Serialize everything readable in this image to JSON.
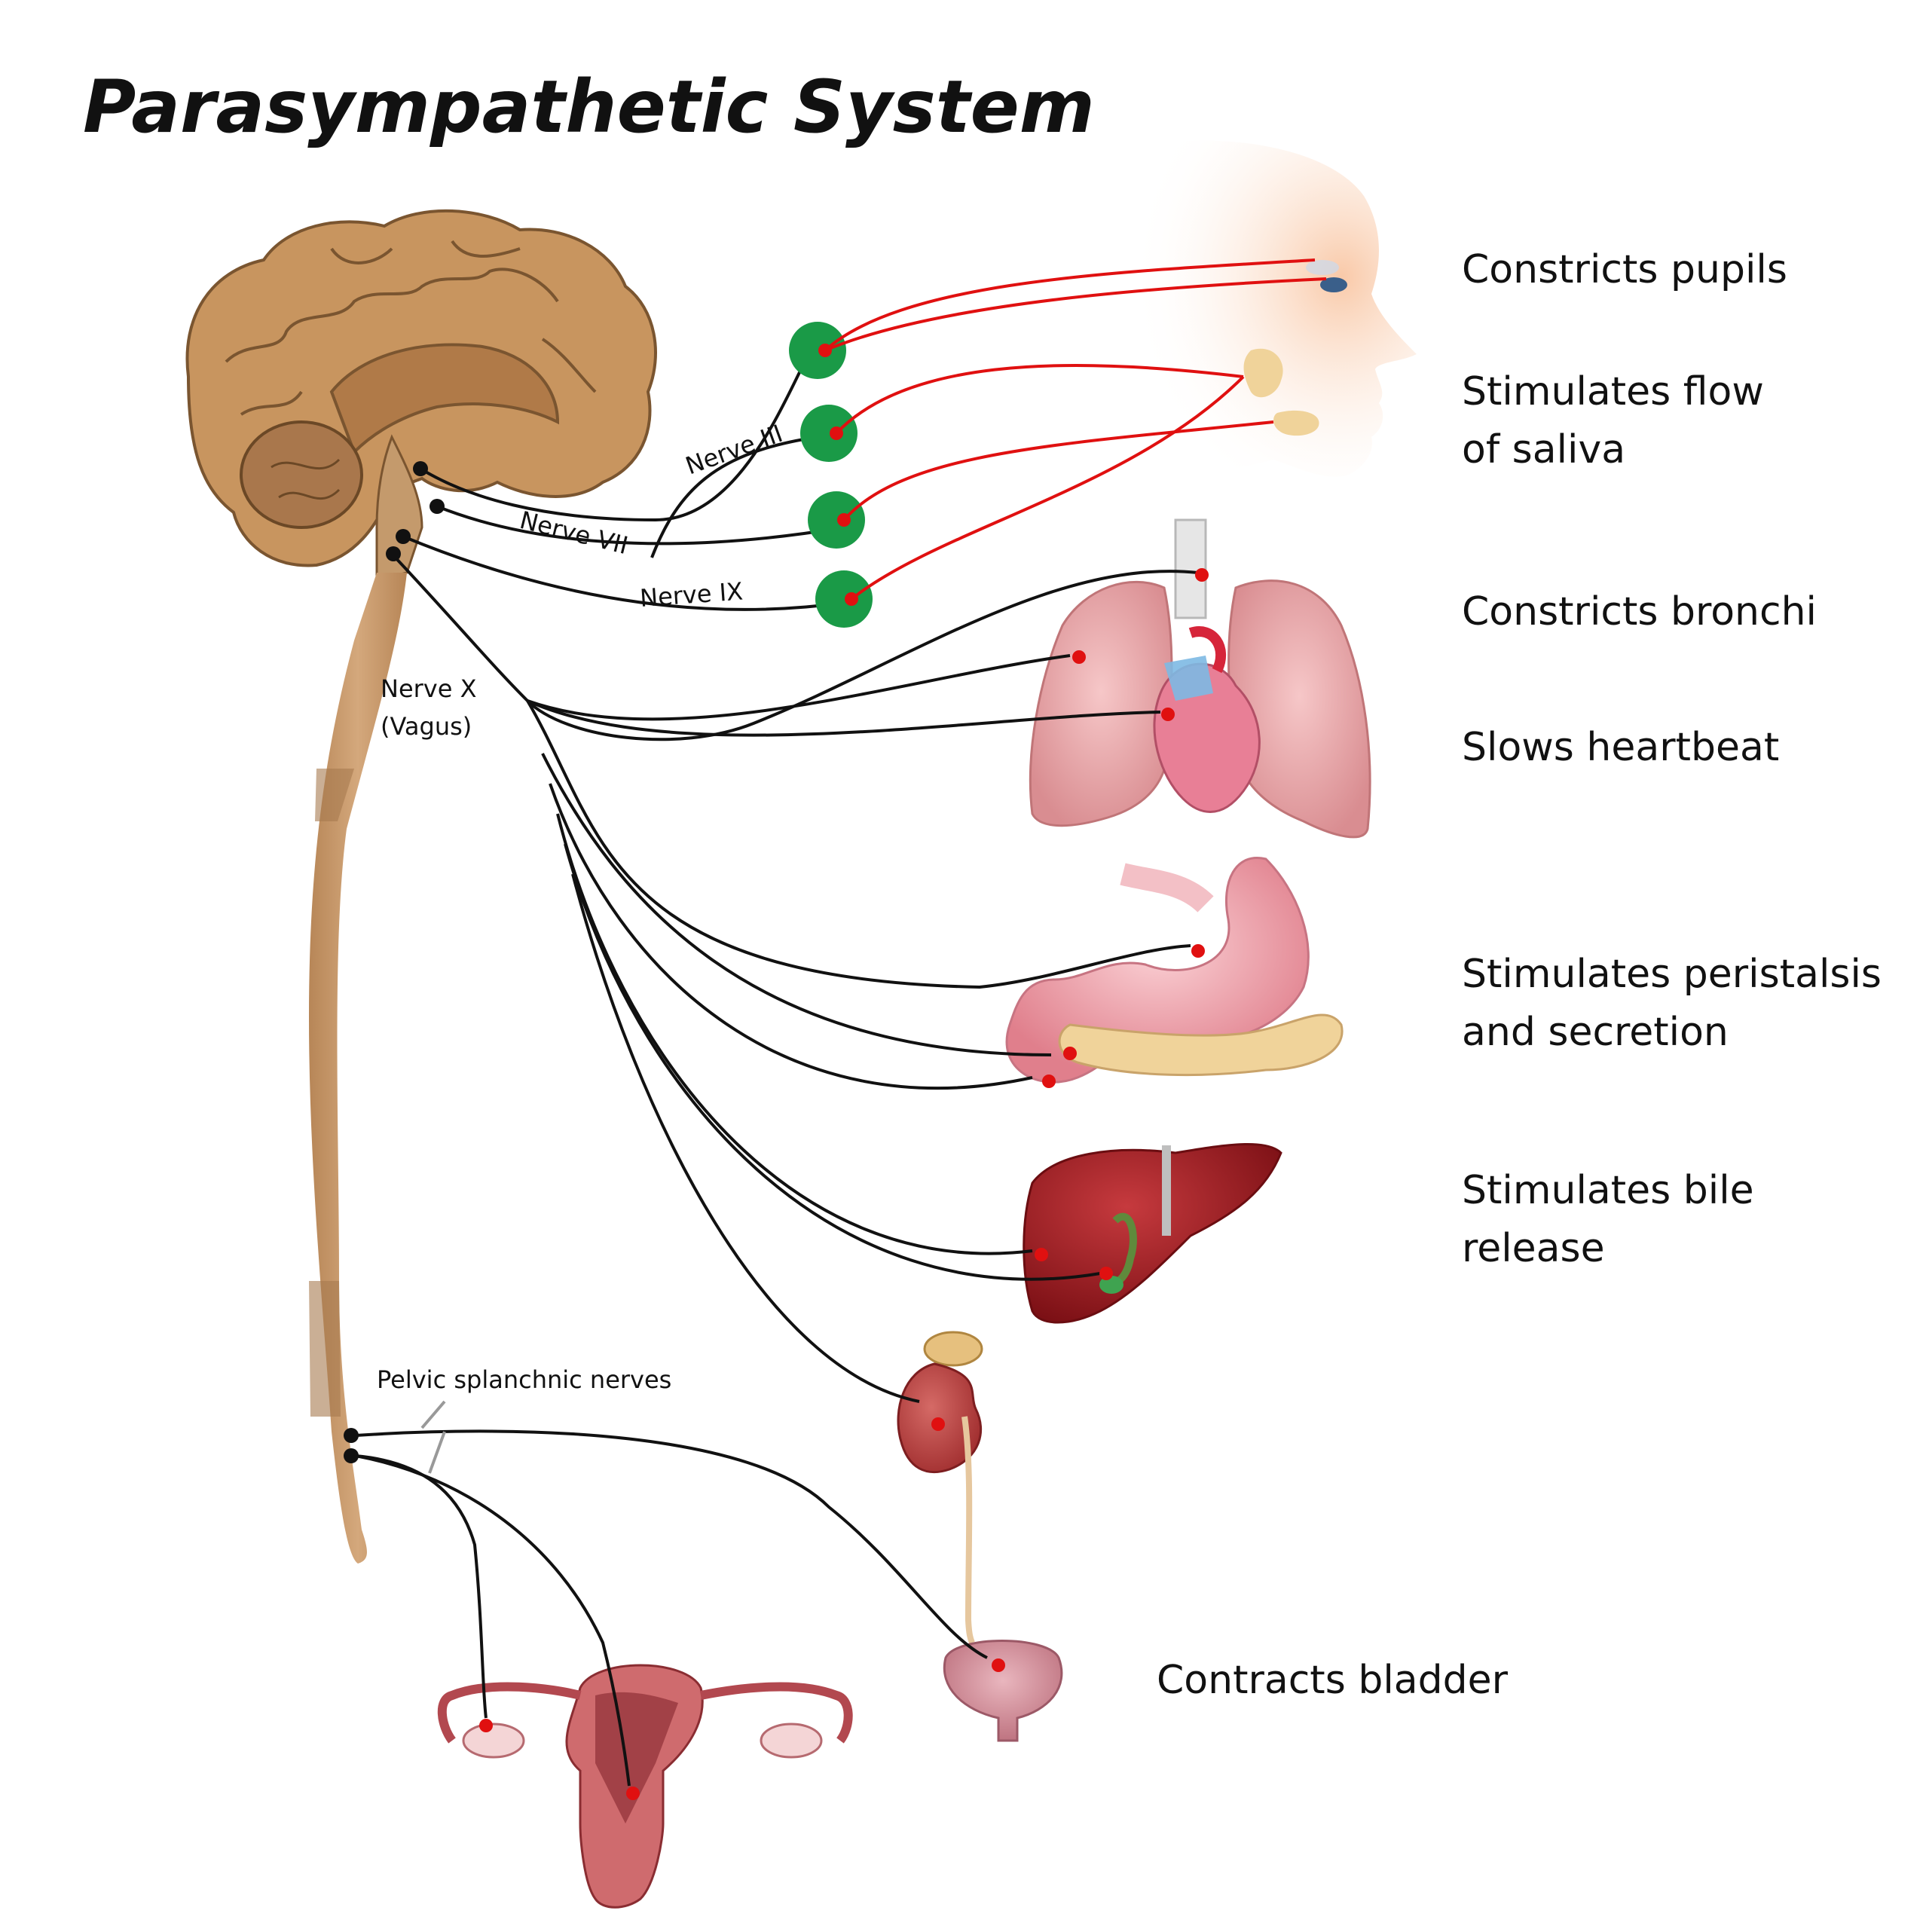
{
  "title": "Parasympathetic System",
  "nerve_labels": {
    "n3": "Nerve III",
    "n7": "Nerve VII",
    "n9": "Nerve IX",
    "n10_line1": "Nerve X",
    "n10_line2": "(Vagus)",
    "pelvic": "Pelvic splanchnic nerves"
  },
  "effects": [
    {
      "id": "pupils",
      "lines": [
        "Constricts pupils"
      ]
    },
    {
      "id": "saliva",
      "lines": [
        "Stimulates flow",
        "of saliva"
      ]
    },
    {
      "id": "bronchi",
      "lines": [
        "Constricts bronchi"
      ]
    },
    {
      "id": "heart",
      "lines": [
        "Slows heartbeat"
      ]
    },
    {
      "id": "peristalsis",
      "lines": [
        "Stimulates peristalsis",
        "and secretion"
      ]
    },
    {
      "id": "bile",
      "lines": [
        "Stimulates bile",
        "release"
      ]
    },
    {
      "id": "bladder",
      "lines": [
        "Contracts bladder"
      ]
    }
  ],
  "colors": {
    "brain": "#c8955f",
    "spinal_cord": "#c49a6c",
    "ganglion": "#1a9a47",
    "postganglionic": "#e01010",
    "preganglionic": "#111111",
    "lung": "#e8a0a4",
    "liver": "#9b1c22",
    "stomach": "#f0a6b0",
    "pancreas": "#f0d39a"
  }
}
